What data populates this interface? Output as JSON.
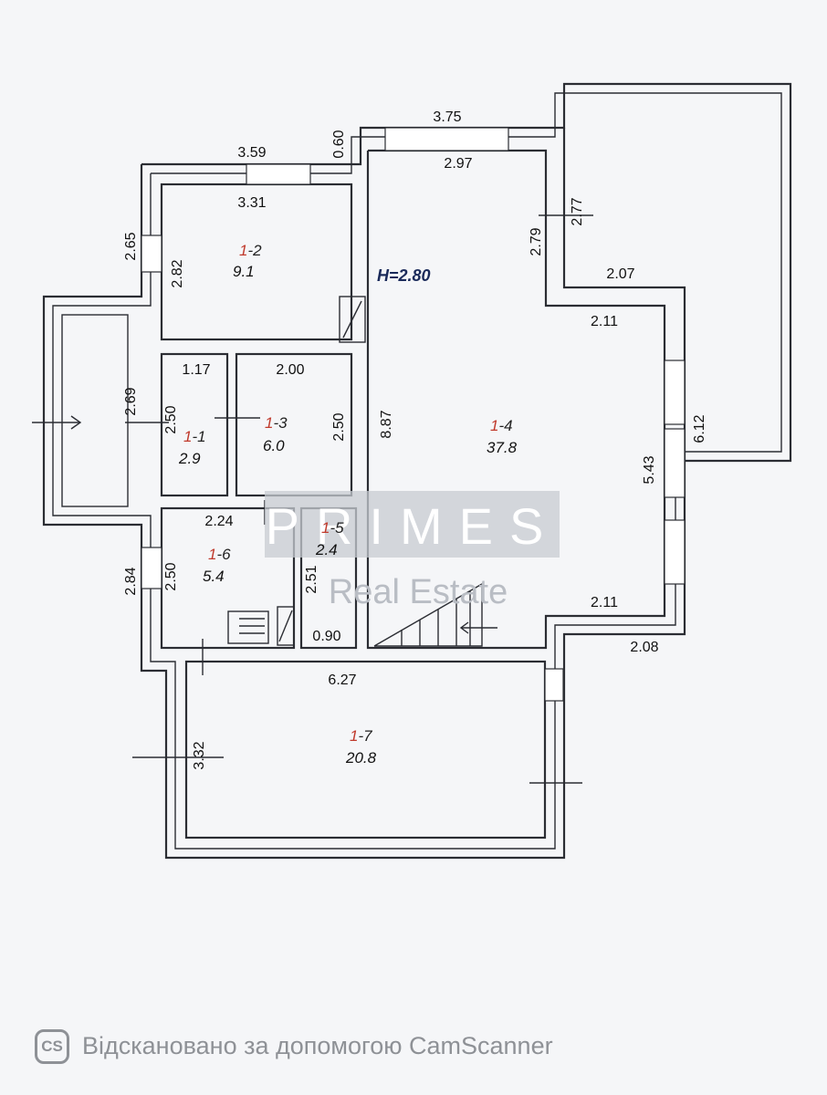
{
  "plan": {
    "height_label": "H=2.80",
    "dimensions": [
      "3.75",
      "0.60",
      "3.59",
      "2.97",
      "3.31",
      "2.65",
      "2.82",
      "2.79",
      "2.77",
      "2.07",
      "2.11",
      "1.17",
      "2.00",
      "2.69",
      "2.50",
      "2.50",
      "8.87",
      "6.12",
      "5.43",
      "2.24",
      "2.84",
      "2.50",
      "2.51",
      "0.90",
      "2.11",
      "2.08",
      "6.27",
      "3.32"
    ],
    "rooms": [
      {
        "prefix": "1",
        "id": "-2",
        "area": "9.1"
      },
      {
        "prefix": "1",
        "id": "-1",
        "area": "2.9"
      },
      {
        "prefix": "1",
        "id": "-3",
        "area": "6.0"
      },
      {
        "prefix": "1",
        "id": "-4",
        "area": "37.8"
      },
      {
        "prefix": "1",
        "id": "-5",
        "area": "2.4"
      },
      {
        "prefix": "1",
        "id": "-6",
        "area": "5.4"
      },
      {
        "prefix": "1",
        "id": "-7",
        "area": "20.8"
      }
    ]
  },
  "watermark": {
    "line1": "PRIMES",
    "line2": "Real Estate"
  },
  "scanner": {
    "badge": "CS",
    "caption": "Відскановано за допомогою CamScanner"
  }
}
